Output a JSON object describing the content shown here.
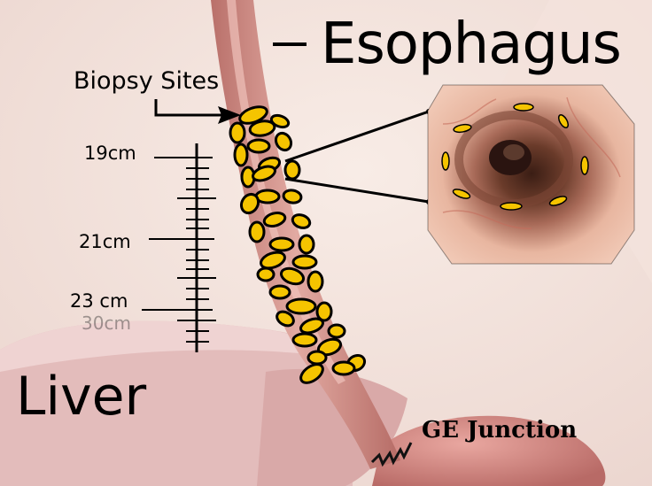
{
  "labels": {
    "esophagus": "Esophagus",
    "biopsy_sites": "Biopsy Sites",
    "liver": "Liver",
    "ge_junction": "GE Junction"
  },
  "ruler": {
    "ticks": [
      "19cm",
      "21cm",
      "23 cm"
    ]
  },
  "colors": {
    "background": "#f3e6e0",
    "esophagus": "#d99a92",
    "biopsy_fill": "#f5c400",
    "liver": "#e2b8b6"
  }
}
